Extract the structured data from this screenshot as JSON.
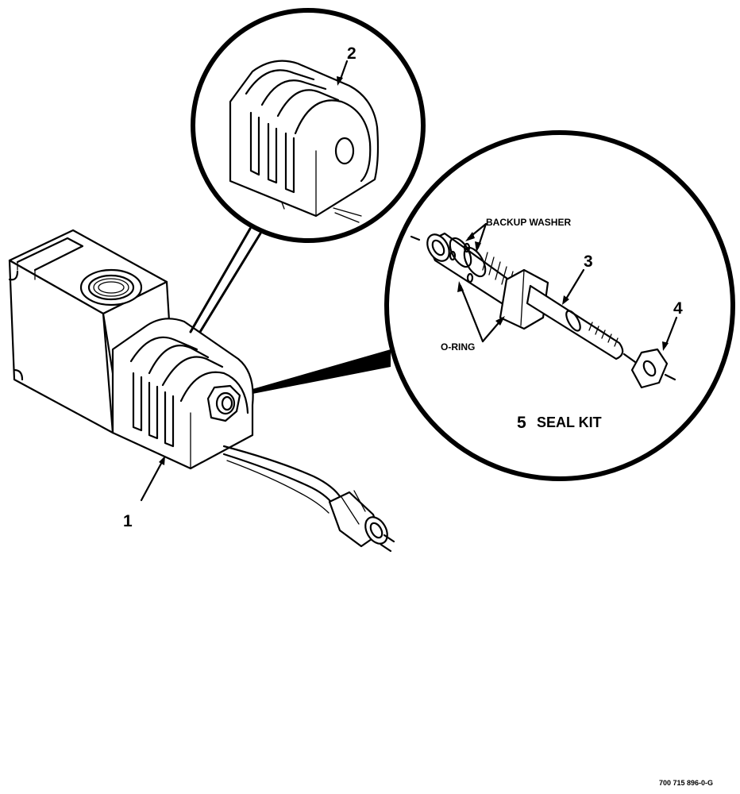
{
  "labels": {
    "part_1": "1",
    "part_2": "2",
    "part_3": "3",
    "part_4": "4",
    "part_5_number": "5",
    "seal_kit": "SEAL KIT",
    "backup_washer": "BACKUP WASHER",
    "o_ring": "O-RING"
  },
  "figure_code": "700 715 896-0-G"
}
